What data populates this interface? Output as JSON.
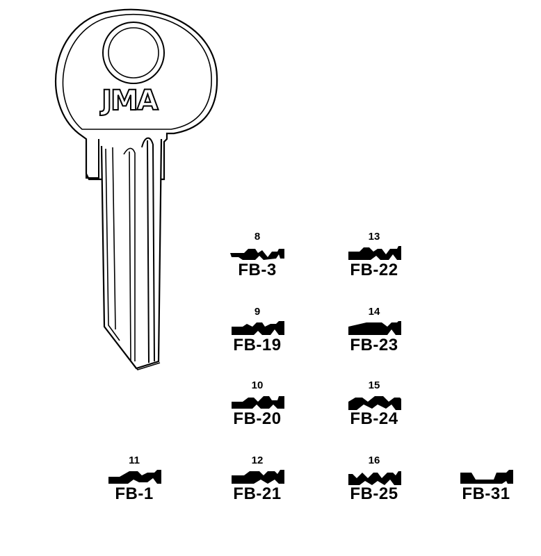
{
  "brand": {
    "logo_text": "JMA"
  },
  "profiles": [
    {
      "number": "8",
      "code": "FB-3"
    },
    {
      "number": "13",
      "code": "FB-22"
    },
    {
      "number": "9",
      "code": "FB-19"
    },
    {
      "number": "14",
      "code": "FB-23"
    },
    {
      "number": "10",
      "code": "FB-20"
    },
    {
      "number": "15",
      "code": "FB-24"
    },
    {
      "number": "11",
      "code": "FB-1"
    },
    {
      "number": "12",
      "code": "FB-21"
    },
    {
      "number": "16",
      "code": "FB-25"
    },
    {
      "number": "",
      "code": "FB-31"
    }
  ]
}
